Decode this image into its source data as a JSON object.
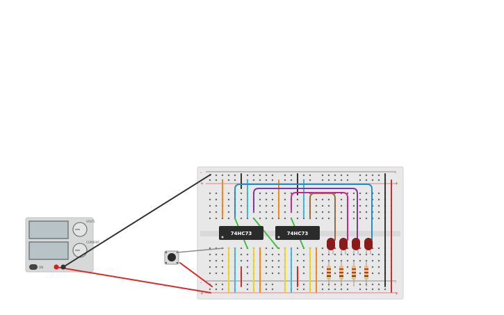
{
  "chips": [
    {
      "label": "74HC73"
    },
    {
      "label": "74HC73"
    }
  ],
  "power_supply": {
    "knob_labels": [
      "VOLTS",
      "CURRENT"
    ],
    "switch_label": "ON"
  },
  "rails": {
    "plus": "+",
    "minus": "-"
  },
  "colors": {
    "breadboard": "#e8e8e8",
    "rail_red": "#d0231f",
    "rail_blue": "#2f2f2f",
    "psu_body": "#d7d9d9",
    "psu_screen": "#b7c3c6",
    "chip": "#2b2b2b",
    "led": "#8b1a1a",
    "wire_red": "#d62a2a",
    "wire_black": "#333333",
    "wire_orange": "#f28a1a",
    "wire_cyan": "#39b7e0",
    "wire_blue": "#1f8fce",
    "wire_purple": "#7a3aa6",
    "wire_magenta": "#c02a8f",
    "wire_brown": "#9a6b3a",
    "wire_green": "#3fbf3f",
    "wire_yellow": "#f0d21a"
  }
}
